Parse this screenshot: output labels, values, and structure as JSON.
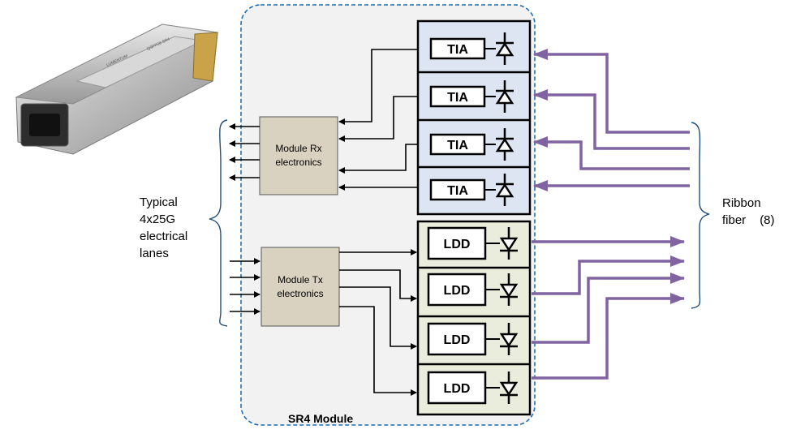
{
  "diagram": {
    "module_title": "SR4 Module",
    "rx_block": {
      "line1": "Module Rx",
      "line2": "electronics"
    },
    "tx_block": {
      "line1": "Module Tx",
      "line2": "electronics"
    },
    "rx_chips": [
      "TIA",
      "TIA",
      "TIA",
      "TIA"
    ],
    "tx_chips": [
      "LDD",
      "LDD",
      "LDD",
      "LDD"
    ],
    "left_label": [
      "Typical",
      "4x25G",
      "electrical",
      "lanes"
    ],
    "right_label": {
      "line1": "Ribbon",
      "line2": "fiber",
      "count": "(8)"
    },
    "product_photo": {
      "label_lines": [
        "LUMENTUM",
        "QSFP28 SR4"
      ]
    }
  },
  "colors": {
    "module_border": "#1f6fb8",
    "module_fill": "#f2f2f2",
    "rx_panel": "#dde5f3",
    "tx_panel": "#ebeddc",
    "electronics_box": "#d9d2c1",
    "fiber": "#8064a2",
    "wire": "#000000"
  }
}
